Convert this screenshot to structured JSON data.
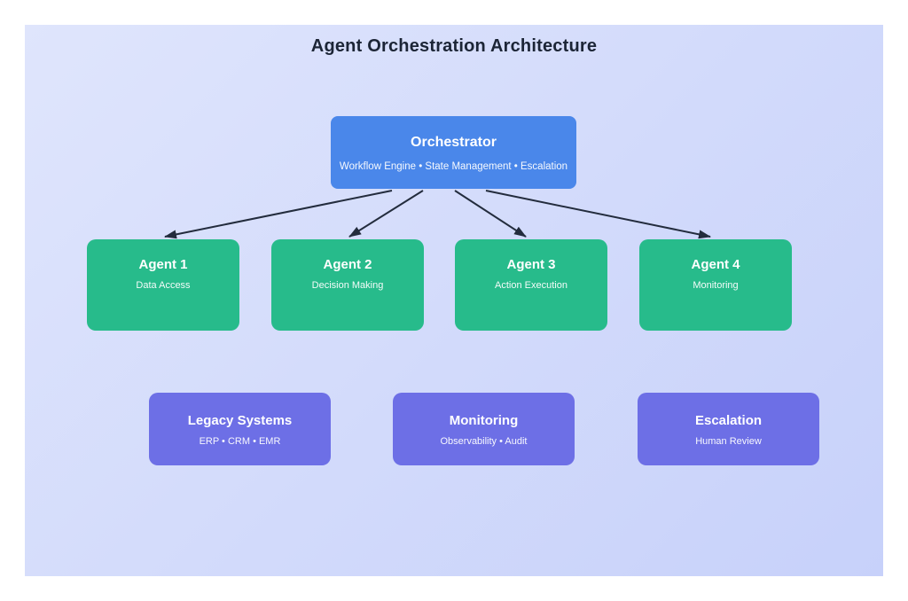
{
  "title": "Agent Orchestration Architecture",
  "orchestrator": {
    "title": "Orchestrator",
    "subtitle": "Workflow Engine • State Management • Escalation"
  },
  "agents": [
    {
      "title": "Agent 1",
      "subtitle": "Data Access"
    },
    {
      "title": "Agent 2",
      "subtitle": "Decision Making"
    },
    {
      "title": "Agent 3",
      "subtitle": "Action Execution"
    },
    {
      "title": "Agent 4",
      "subtitle": "Monitoring"
    }
  ],
  "systems": [
    {
      "title": "Legacy Systems",
      "subtitle": "ERP • CRM • EMR"
    },
    {
      "title": "Monitoring",
      "subtitle": "Observability • Audit"
    },
    {
      "title": "Escalation",
      "subtitle": "Human Review"
    }
  ],
  "edges": [
    {
      "from": "Orchestrator",
      "to": "Agent 1"
    },
    {
      "from": "Orchestrator",
      "to": "Agent 2"
    },
    {
      "from": "Orchestrator",
      "to": "Agent 3"
    },
    {
      "from": "Orchestrator",
      "to": "Agent 4"
    }
  ],
  "colors": {
    "orchestrator": "#4a87ea",
    "agent": "#27bb8b",
    "system": "#6d6fe6",
    "arrow": "#232c3d",
    "heading": "#1c2536",
    "bg_from": "#dfe5fc",
    "bg_to": "#c7d1fa",
    "page_bg": "#ffffff"
  }
}
